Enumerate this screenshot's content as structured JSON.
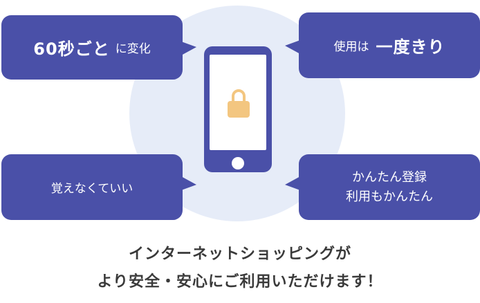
{
  "bubbles": {
    "top_left": {
      "emphasis": "60秒ごと",
      "rest": "に変化"
    },
    "top_right": {
      "lead": "使用は",
      "emphasis": "一度きり"
    },
    "bottom_left": {
      "text": "覚えなくていい"
    },
    "bottom_right": {
      "line1": "かんたん登録",
      "line2": "利用もかんたん"
    }
  },
  "caption": {
    "line1": "インターネットショッピングが",
    "line2": "より安全・安心にご利用いただけます！"
  },
  "colors": {
    "bubble": "#4a50a8",
    "background_circle": "#e6ecf8",
    "lock": "#f3c680",
    "caption_text": "#3a3a3a"
  },
  "icons": [
    "smartphone-icon",
    "lock-icon"
  ]
}
